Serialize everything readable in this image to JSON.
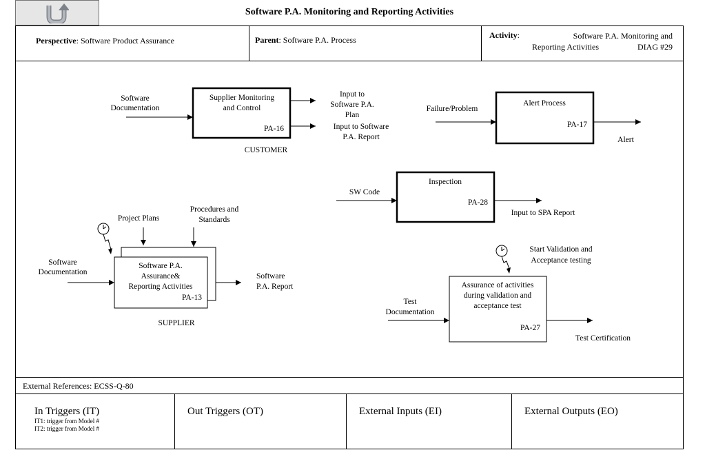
{
  "title": "Software P.A. Monitoring and Reporting Activities",
  "header": {
    "perspective_label": "Perspective",
    "perspective_value": ": Software Product Assurance",
    "parent_label": "Parent",
    "parent_value": ": Software P.A. Process",
    "activity_label": "Activity",
    "activity_sep": ":",
    "activity_line1": "Software P.A. Monitoring and",
    "activity_line2": "Reporting  Activities",
    "diag_id": "DIAG #29"
  },
  "diagram": {
    "supplier_monitoring": {
      "title": [
        "Supplier Monitoring",
        "and Control"
      ],
      "id": "PA-16",
      "inputs": [
        "Software",
        "Documentation"
      ],
      "outputs": [
        "Input to",
        "Software P.A.",
        "Plan",
        "Input to Software",
        "P.A. Report"
      ],
      "owner": "CUSTOMER"
    },
    "alert": {
      "title": "Alert Process",
      "id": "PA-17",
      "input": "Failure/Problem",
      "output": "Alert"
    },
    "inspection": {
      "title": "Inspection",
      "id": "PA-28",
      "input": "SW Code",
      "output": "Input to SPA Report"
    },
    "assurance": {
      "title": [
        "Software P.A.",
        "Assurance&",
        "Reporting  Activities"
      ],
      "id": "PA-13",
      "inputs": [
        "Software",
        "Documentation"
      ],
      "controls": [
        "Project Plans",
        "Procedures and",
        "Standards"
      ],
      "outputs": [
        "Software",
        "P.A. Report"
      ],
      "owner": "SUPPLIER"
    },
    "validation": {
      "title": [
        "Assurance of activities",
        "during validation and",
        "acceptance test"
      ],
      "id": "PA-27",
      "inputs": [
        "Test",
        "Documentation"
      ],
      "trigger": [
        "Start Validation and",
        "Acceptance testing"
      ],
      "output": "Test Certification"
    }
  },
  "external_references": "External References: ECSS-Q-80",
  "sections": {
    "in_triggers": {
      "title": "In Triggers (IT)",
      "items": [
        "IT1: trigger from Model #",
        "IT2: trigger from Model #"
      ]
    },
    "out_triggers": {
      "title": "Out Triggers (OT)"
    },
    "external_inputs": {
      "title": "External Inputs (EI)"
    },
    "external_outputs": {
      "title": "External Outputs (EO)"
    }
  },
  "icons": {
    "back": "u-turn-back-icon",
    "clock": "clock-trigger-icon"
  },
  "colors": {
    "back_button_bg": "#e6e6e6",
    "back_icon_fill": "#a0a4ab"
  }
}
